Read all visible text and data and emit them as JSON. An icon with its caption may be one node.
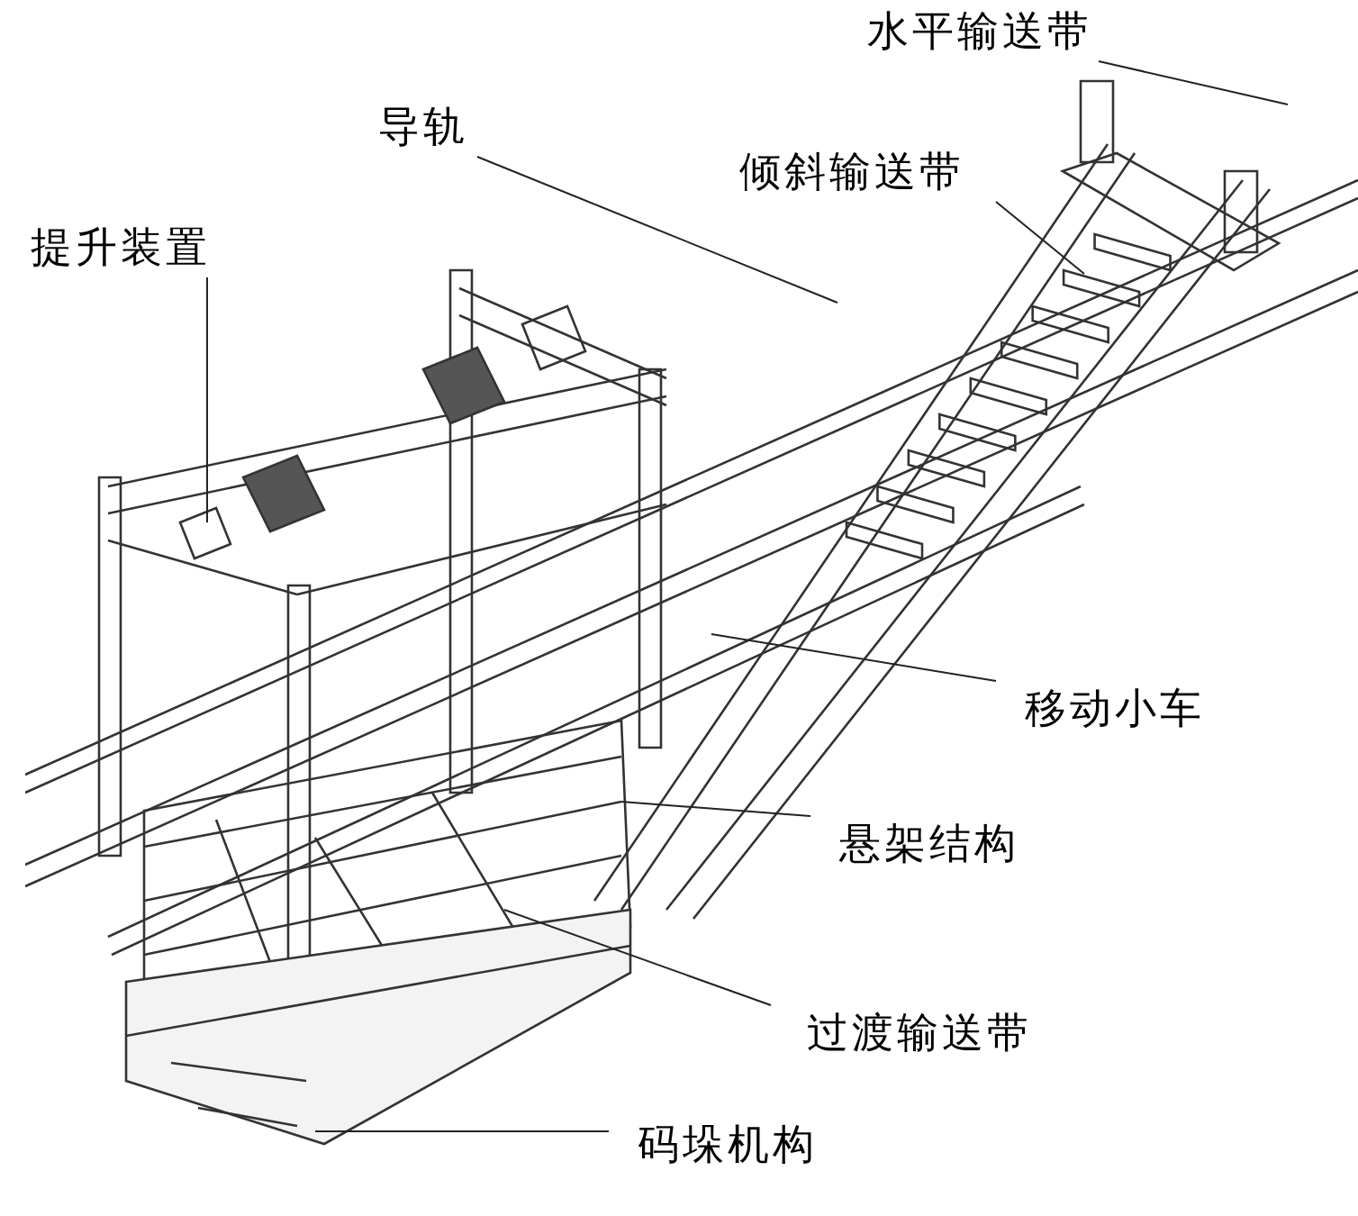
{
  "diagram": {
    "nodes": [
      {
        "text": [
          "水平输送带"
        ]
      },
      {
        "text": [
          "导轨"
        ]
      },
      {
        "text": [
          "倾斜输送带"
        ]
      },
      {
        "text": [
          "提升装置"
        ]
      },
      {
        "text": [
          "移动小车"
        ]
      },
      {
        "text": [
          "悬架结构"
        ]
      },
      {
        "text": [
          "过渡输送带"
        ]
      },
      {
        "text": [
          "码垛机构"
        ]
      }
    ],
    "edges": [
      {
        "from": 0,
        "to": null,
        "arrow": "none"
      },
      {
        "from": 1,
        "to": null,
        "arrow": "none"
      },
      {
        "from": 2,
        "to": null,
        "arrow": "none"
      },
      {
        "from": 3,
        "to": null,
        "arrow": "none"
      },
      {
        "from": 4,
        "to": null,
        "arrow": "none"
      },
      {
        "from": 5,
        "to": null,
        "arrow": "none"
      },
      {
        "from": 6,
        "to": null,
        "arrow": "none"
      },
      {
        "from": 7,
        "to": null,
        "arrow": "none"
      }
    ]
  }
}
